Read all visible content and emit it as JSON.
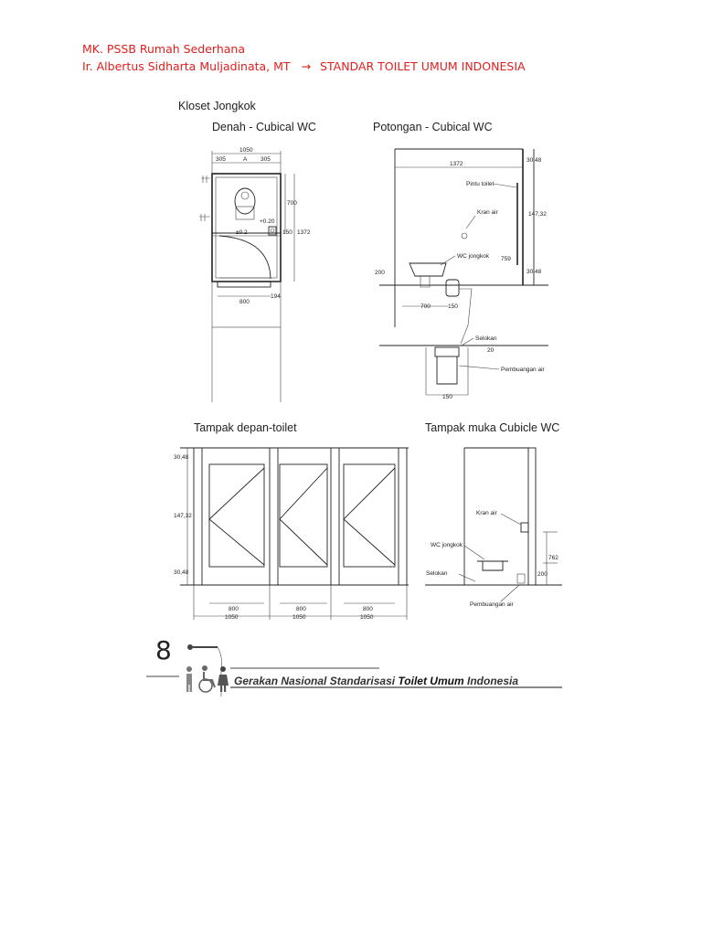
{
  "header": {
    "course": "MK. PSSB Rumah Sederhana",
    "author": "Ir. Albertus Sidharta Muljadinata, MT",
    "arrow": "→",
    "topic": "STANDAR TOILET UMUM INDONESIA"
  },
  "drawing": {
    "main_title": "Kloset Jongkok",
    "plan": {
      "title": "Denah - Cubical WC",
      "dims": [
        "1050",
        "305",
        "A",
        "305",
        "700",
        "+0.20",
        "±0.2",
        "150",
        "1372",
        "800",
        "194"
      ]
    },
    "section": {
      "title": "Potongan - Cubical WC",
      "dims": [
        "1372",
        "30,48",
        "147,32",
        "759",
        "30,48",
        "200",
        "700",
        "150",
        "20",
        "150"
      ],
      "labels": [
        "Pintu toilet",
        "Kran air",
        "WC jongkok",
        "Selokan",
        "Pembuangan air"
      ]
    },
    "front": {
      "title": "Tampak depan-toilet",
      "dims_left": [
        "30,48",
        "147,32",
        "30,48"
      ],
      "dims_bottom": [
        "800",
        "800",
        "800",
        "1050",
        "1050",
        "1050"
      ]
    },
    "cubicle": {
      "title": "Tampak muka Cubicle WC",
      "labels": [
        "Kran air",
        "WC jongkok",
        "Selokan",
        "Pembuangan air"
      ],
      "dims": [
        "762",
        "200"
      ]
    }
  },
  "footer": {
    "page_number": "8",
    "tagline_prefix": "Gerakan Nasional Standarisasi ",
    "tagline_emphasis": "Toilet Umum",
    "tagline_suffix": " Indonesia"
  }
}
